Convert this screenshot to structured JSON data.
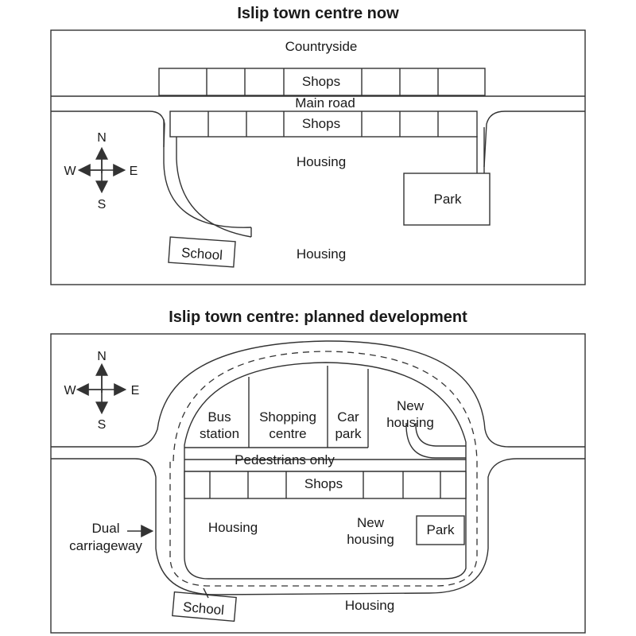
{
  "map_now": {
    "title": "Islip town centre now",
    "countryside": "Countryside",
    "shops_north": "Shops",
    "main_road": "Main road",
    "shops_south": "Shops",
    "housing_north": "Housing",
    "park": "Park",
    "school": "School",
    "housing_south": "Housing",
    "compass": {
      "n": "N",
      "s": "S",
      "e": "E",
      "w": "W"
    }
  },
  "map_plan": {
    "title": "Islip town centre: planned development",
    "bus_station_line1": "Bus",
    "bus_station_line2": "station",
    "shopping_centre_line1": "Shopping",
    "shopping_centre_line2": "centre",
    "car_park_line1": "Car",
    "car_park_line2": "park",
    "new_housing_north_line1": "New",
    "new_housing_north_line2": "housing",
    "pedestrians_only": "Pedestrians only",
    "shops": "Shops",
    "housing_west": "Housing",
    "new_housing_south_line1": "New",
    "new_housing_south_line2": "housing",
    "park": "Park",
    "dual_carriageway_line1": "Dual",
    "dual_carriageway_line2": "carriageway",
    "school": "School",
    "housing_south": "Housing",
    "compass": {
      "n": "N",
      "s": "S",
      "e": "E",
      "w": "W"
    }
  }
}
